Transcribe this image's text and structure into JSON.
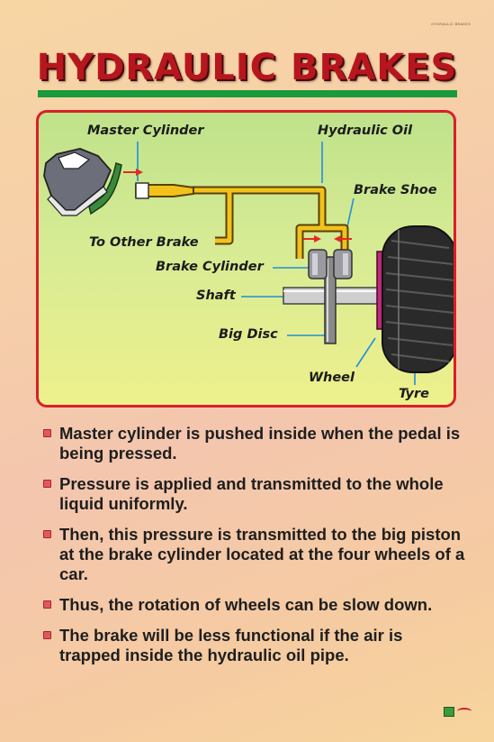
{
  "header": {
    "corner_tag": "HYDRAULIC BRAKES",
    "title": "HYDRAULIC BRAKES"
  },
  "diagram": {
    "labels": {
      "master_cylinder": "Master Cylinder",
      "hydraulic_oil": "Hydraulic Oil",
      "brake_shoe": "Brake Shoe",
      "to_other_brake": "To Other Brake",
      "brake_cylinder": "Brake Cylinder",
      "shaft": "Shaft",
      "big_disc": "Big Disc",
      "wheel": "Wheel",
      "tyre": "Tyre"
    },
    "colors": {
      "pipe": "#f2c21b",
      "arrow": "#e52a20",
      "border": "#d8202a",
      "leader": "#1f8fd8"
    }
  },
  "bullets": [
    "Master cylinder is pushed inside when the pedal is being pressed.",
    "Pressure is applied and transmitted to the whole liquid uniformly.",
    "Then, this pressure is transmitted to the big piston at the brake cylinder located at the four wheels of a car.",
    "Thus, the rotation of wheels can be slow down.",
    "The brake will be less functional if the air is trapped inside the hydraulic oil pipe."
  ]
}
